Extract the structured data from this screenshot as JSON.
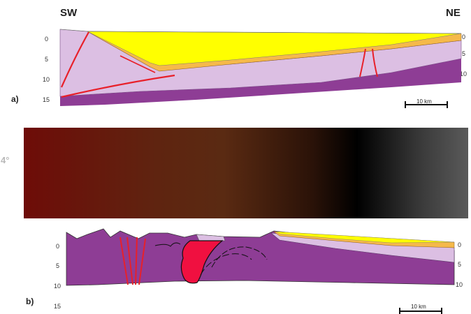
{
  "section_a": {
    "dir_left": "SW",
    "dir_right": "NE",
    "panel_label": "a)",
    "left_ticks": [
      "0",
      "5",
      "10",
      "15"
    ],
    "right_ticks": [
      "0",
      "5",
      "10"
    ],
    "scale": "10 km"
  },
  "band": {
    "label": "4°",
    "colors": [
      "#6e0c08",
      "#5a2a12",
      "#000000",
      "#5a5a5a"
    ]
  },
  "section_b": {
    "panel_label": "b)",
    "left_ticks": [
      "0",
      "5",
      "10",
      "15"
    ],
    "right_ticks": [
      "0",
      "5",
      "10"
    ],
    "scale": "10 km"
  },
  "colors": {
    "basin_fill": "#ffff00",
    "orange_layer": "#f5b94a",
    "lilac_layer": "#dcbfe3",
    "purple_basement": "#8e3d95",
    "fault": "#e8202a",
    "intrusion": "#f01040"
  }
}
